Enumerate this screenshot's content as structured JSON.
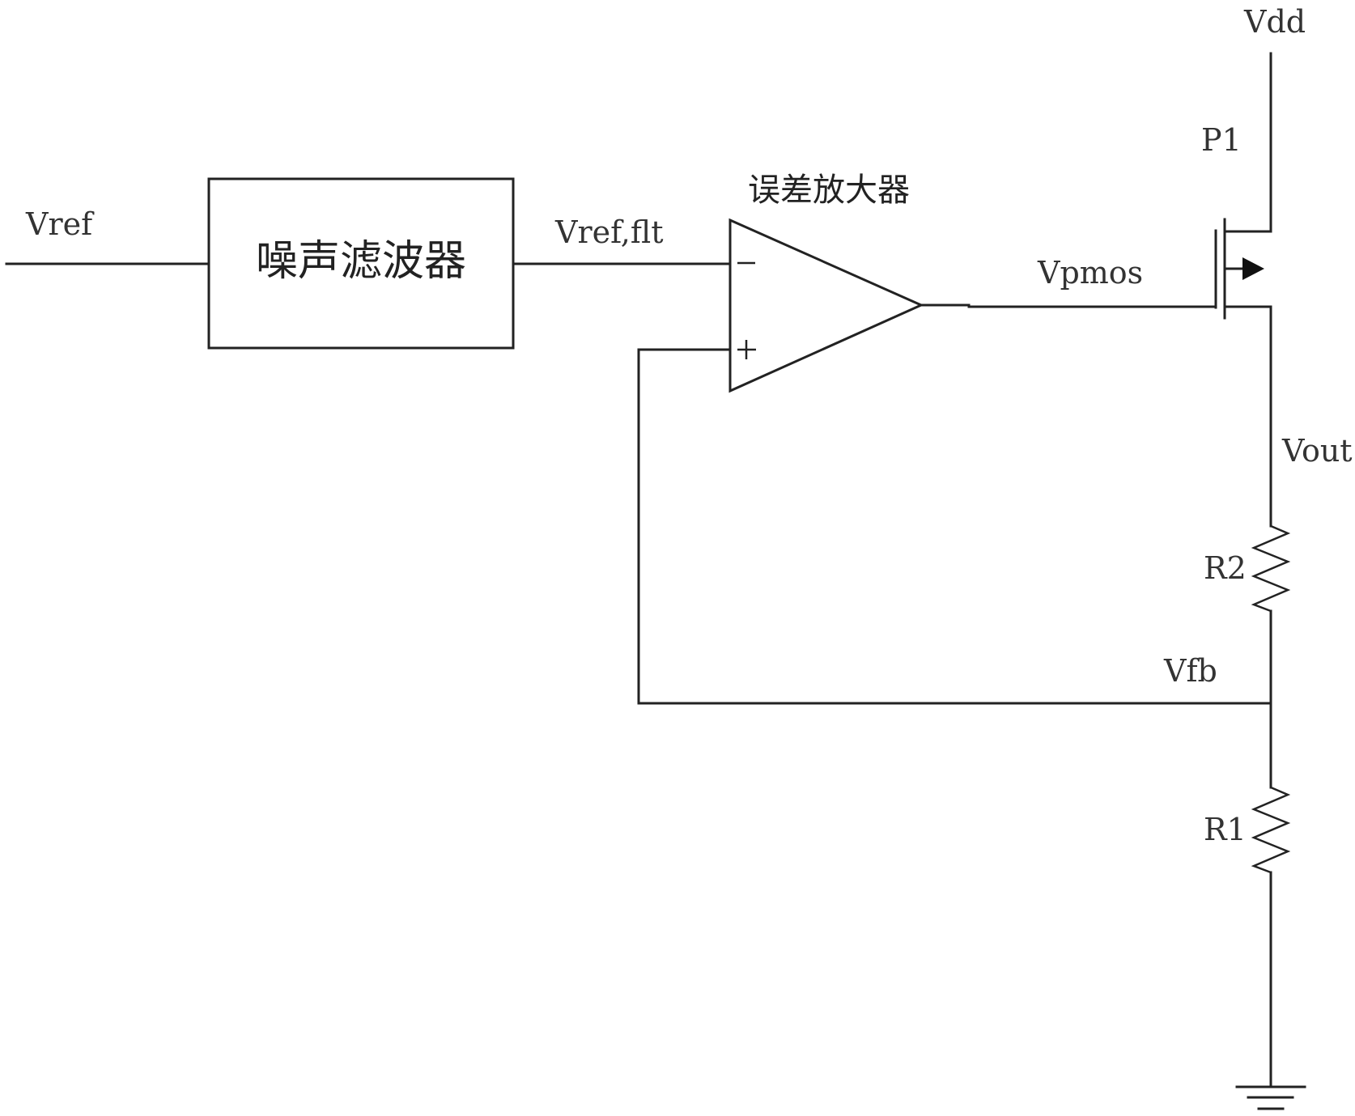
{
  "diagram": {
    "type": "circuit-schematic",
    "title": "LDO regulator with reference noise filter",
    "labels": {
      "vref_in": "Vref",
      "noise_filter": "噪声滤波器",
      "vref_flt": "Vref,flt",
      "error_amp": "误差放大器",
      "amp_minus": "−",
      "amp_plus": "+",
      "vpmos": "Vpmos",
      "vdd": "Vdd",
      "p1": "P1",
      "vout": "Vout",
      "r2": "R2",
      "vfb": "Vfb",
      "r1": "R1"
    },
    "components": [
      {
        "id": "noise_filter",
        "kind": "block",
        "label": "噪声滤波器"
      },
      {
        "id": "error_amp",
        "kind": "op-amp",
        "label": "误差放大器",
        "inputs": [
          "−: Vref,flt",
          "+: Vfb"
        ],
        "output": "Vpmos"
      },
      {
        "id": "P1",
        "kind": "pmos",
        "gate": "Vpmos",
        "source": "Vdd",
        "drain": "Vout"
      },
      {
        "id": "R2",
        "kind": "resistor",
        "between": [
          "Vout",
          "Vfb"
        ]
      },
      {
        "id": "R1",
        "kind": "resistor",
        "between": [
          "Vfb",
          "GND"
        ]
      },
      {
        "id": "GND",
        "kind": "ground"
      }
    ],
    "nets": [
      "Vref",
      "Vref,flt",
      "Vpmos",
      "Vdd",
      "Vout",
      "Vfb",
      "GND"
    ],
    "colors": {
      "line": "#222222",
      "text": "#333333",
      "background": "#ffffff"
    }
  }
}
